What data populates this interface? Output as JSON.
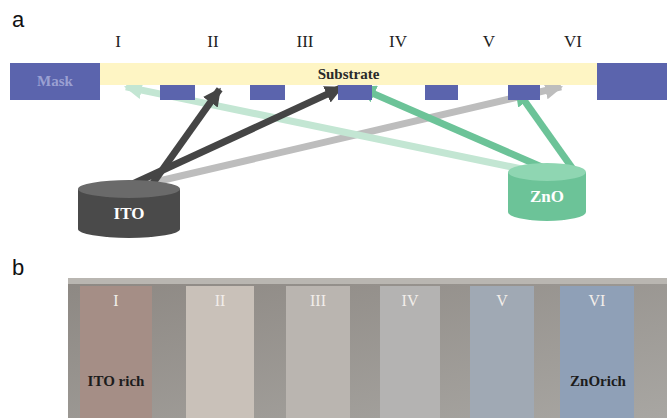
{
  "diagram": {
    "nodes": [
      {
        "text": [
          "Mask"
        ]
      },
      {
        "text": [
          "Substrate"
        ]
      },
      {
        "text": [
          "ITO"
        ]
      },
      {
        "text": [
          "ZnO"
        ]
      }
    ],
    "edges": [
      {
        "from": 2,
        "to": 1,
        "arrow": "to"
      },
      {
        "from": 2,
        "to": 1,
        "arrow": "to"
      },
      {
        "from": 2,
        "to": 1,
        "arrow": "to"
      },
      {
        "from": 3,
        "to": 1,
        "arrow": "to"
      },
      {
        "from": 3,
        "to": 1,
        "arrow": "to"
      },
      {
        "from": 3,
        "to": 1,
        "arrow": "to"
      }
    ],
    "labels": [
      "a",
      "I",
      "II",
      "III",
      "IV",
      "V",
      "VI",
      "b",
      "I",
      "II",
      "III",
      "IV",
      "V",
      "VI",
      "ITO rich",
      "ZnOrich"
    ]
  }
}
